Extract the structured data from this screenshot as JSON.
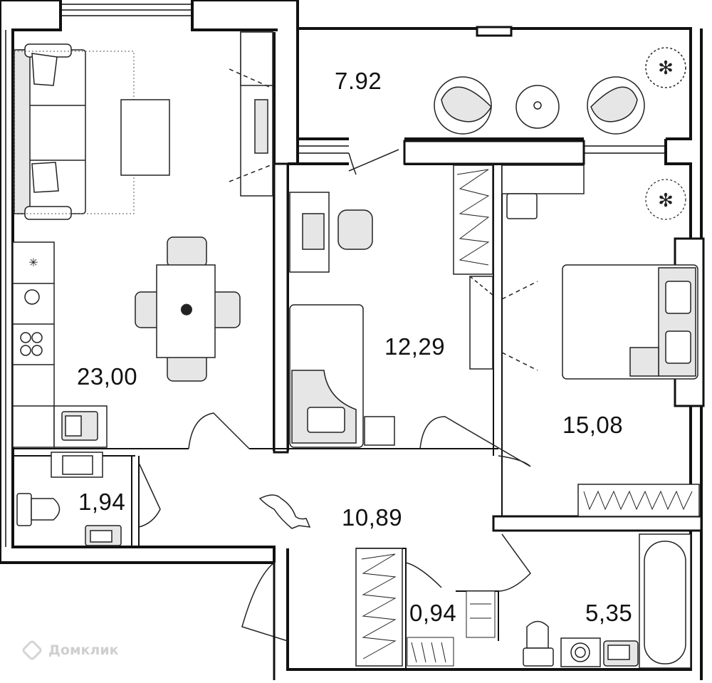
{
  "rooms": {
    "balcony": {
      "area": "7.92"
    },
    "living_kitchen": {
      "area": "23,00"
    },
    "bedroom_small": {
      "area": "12,29"
    },
    "bedroom_large": {
      "area": "15,08"
    },
    "wc": {
      "area": "1,94"
    },
    "hall": {
      "area": "10,89"
    },
    "closet": {
      "area": "0,94"
    },
    "bathroom": {
      "area": "5,35"
    }
  },
  "watermark": {
    "text": "Домклик"
  },
  "colors": {
    "wall": "#111111",
    "furniture_fill": "#e6e6e6",
    "line": "#222222"
  },
  "icons": [
    "sofa-icon",
    "table-icon",
    "chair-icon",
    "plant-icon",
    "bed-icon",
    "desk-icon",
    "toilet-icon",
    "sink-icon",
    "bathtub-icon",
    "washer-icon",
    "stove-icon",
    "wardrobe-icon",
    "dog-icon"
  ]
}
